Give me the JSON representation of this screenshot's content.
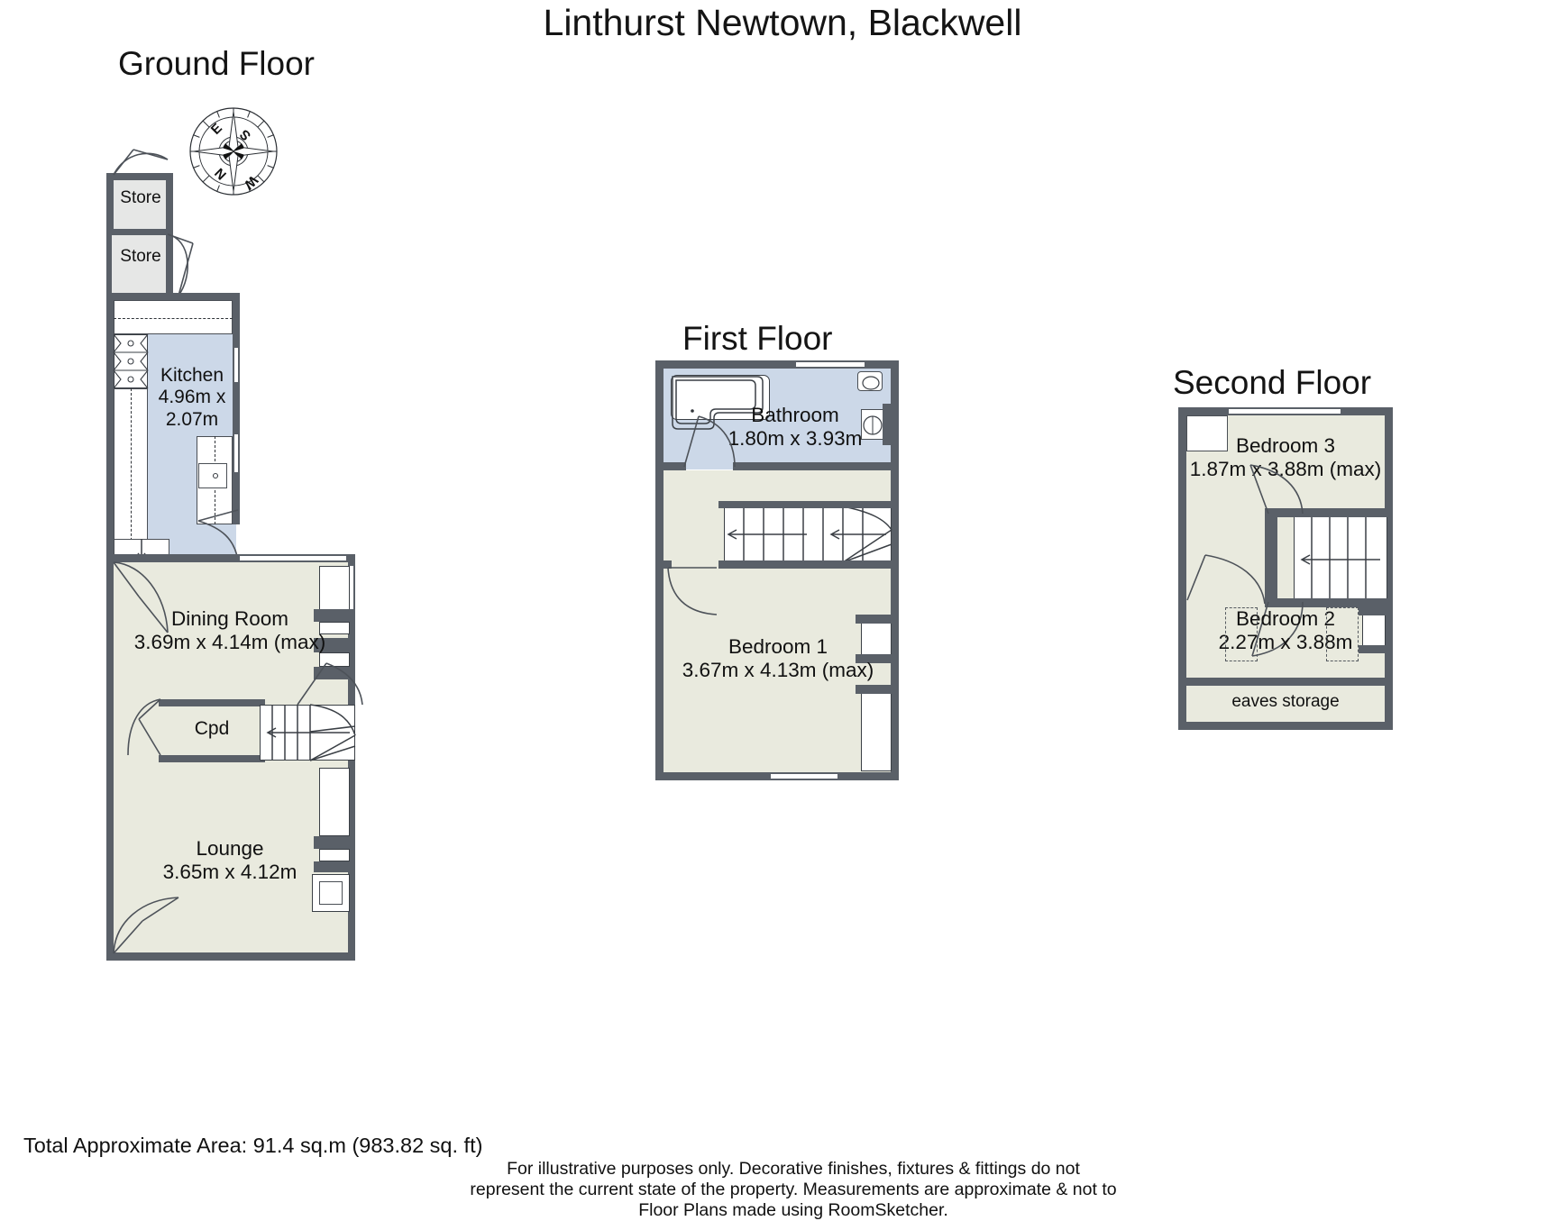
{
  "document": {
    "title": "Linthurst Newtown, Blackwell",
    "total_area": "Total Approximate Area: 91.4 sq.m (983.82 sq. ft)",
    "disclaimer_line1": "For illustrative purposes only. Decorative finishes, fixtures & fittings do not",
    "disclaimer_line2": "represent the current state of the property. Measurements are approximate & not to",
    "disclaimer_line3": "Floor Plans made using RoomSketcher."
  },
  "colors": {
    "wall": "#5a6068",
    "floor_green": "#e9eade",
    "floor_blue": "#ccd8e8",
    "floor_grey": "#e6e7e6",
    "text": "#111111",
    "background": "#ffffff"
  },
  "compass": {
    "name": "compass-rose",
    "north": "N",
    "east": "E",
    "south": "S",
    "west": "W"
  },
  "floors": [
    {
      "id": "ground",
      "title": "Ground Floor",
      "rooms": [
        {
          "id": "store_1",
          "name": "Store",
          "dimensions": ""
        },
        {
          "id": "store_2",
          "name": "Store",
          "dimensions": ""
        },
        {
          "id": "kitchen",
          "name": "Kitchen",
          "dimensions_line1": "4.96m x",
          "dimensions_line2": "2.07m"
        },
        {
          "id": "dining_room",
          "name": "Dining Room",
          "dimensions": "3.69m x 4.14m (max)"
        },
        {
          "id": "cpd",
          "name": "Cpd",
          "dimensions": ""
        },
        {
          "id": "lounge",
          "name": "Lounge",
          "dimensions": "3.65m x 4.12m"
        }
      ]
    },
    {
      "id": "first",
      "title": "First Floor",
      "rooms": [
        {
          "id": "bathroom",
          "name": "Bathroom",
          "dimensions": "1.80m x 3.93m"
        },
        {
          "id": "bedroom_1",
          "name": "Bedroom 1",
          "dimensions": "3.67m x 4.13m (max)"
        }
      ]
    },
    {
      "id": "second",
      "title": "Second Floor",
      "rooms": [
        {
          "id": "bedroom_3",
          "name": "Bedroom 3",
          "dimensions": "1.87m x 3.88m (max)"
        },
        {
          "id": "bedroom_2",
          "name": "Bedroom 2",
          "dimensions": "2.27m x 3.88m"
        },
        {
          "id": "eaves_storage",
          "name": "eaves storage",
          "dimensions": ""
        }
      ]
    }
  ]
}
